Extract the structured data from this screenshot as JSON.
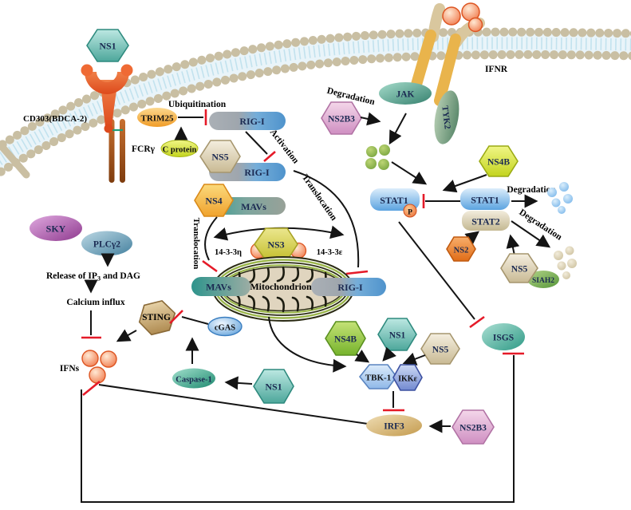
{
  "figure": {
    "labels": {
      "ns1": "NS1",
      "ns2": "NS2",
      "ns3": "NS3",
      "ns4": "NS4",
      "ns5": "NS5",
      "ns2b3": "NS2B3",
      "ns4b": "NS4B",
      "cd303": "CD303(BDCA-2)",
      "fcr": "FCRγ",
      "trim25": "TRIM25",
      "ubiquitination": "Ubiquitination",
      "c_protein": "C protein",
      "rig_i": "RIG-I",
      "activation": "Activation",
      "translocation": "Translocation",
      "mavs": "MAVs",
      "mitochondrion": "Mitochondrion",
      "p1433eta": "14-3-3η",
      "p1433eps": "14-3-3ε",
      "jak": "JAK",
      "tyk2": "TYK2",
      "ifnr": "IFNR",
      "degradation": "Degradation",
      "stat1": "STAT1",
      "stat2": "STAT2",
      "p": "P",
      "siah2": "SIAH2",
      "isgs": "ISGS",
      "sky": "SKY",
      "plcg2": "PLCγ2",
      "release_pre": "Release of IP",
      "release_sub": "3",
      "release_post": " and DAG",
      "calcium": "Calcium influx",
      "ifns": "IFNs",
      "sting": "STING",
      "cgas": "cGAS",
      "caspase1": "Caspase-1",
      "tbk1": "TBK-1",
      "ikke": "IKKε",
      "irf3": "IRF3"
    },
    "colors": {
      "membrane_bead": "#c9bfa3",
      "membrane_fill": "#e9f4f9",
      "membrane_squiggle": "#c2e2ee",
      "inhibition_red": "#e51a28",
      "arrow_black": "#141414",
      "ns1_teal": "#66b8ae",
      "ns2_orange": "#ec7f2e",
      "ns3_olive": "#d6cf4e",
      "ns4_gold": "#f3b13c",
      "ns5_beige": "#d8cdb0",
      "ns2b3_pink": "#dda7cf",
      "ns4b_lime": "#d5e437",
      "ns4b_green": "#8cc63f",
      "receptor_orange": "#e8562a",
      "fcr_brown": "#a85a1e",
      "ifnr_gold": "#e9b44c",
      "ifnr_tan": "#d9c79e",
      "ligand_orange": "#f4824f",
      "jak_teal": "#55a493",
      "tyk2_olive": "#7da58a",
      "stat_blue": "#7ab8e8",
      "stat2_beige": "#ddd3b8",
      "sky_purple": "#b05fb0",
      "plc_steel": "#6aa3bd",
      "sting_tan": "#c9a96e",
      "cgas_blue": "#7ab4e4",
      "caspase_teal": "#4faf9a",
      "tbk_blue": "#aecdf0",
      "ikke_blue": "#8fa6e0",
      "irf3_gold": "#d8b878",
      "isgs_teal": "#55b3a2",
      "siah2_green": "#77b34a",
      "trim25_orange": "#f5b54a",
      "cprotein_lime": "#cfe23e",
      "mito_inner": "#e0d5bf",
      "mito_ring_green": "#9ab54a"
    }
  }
}
